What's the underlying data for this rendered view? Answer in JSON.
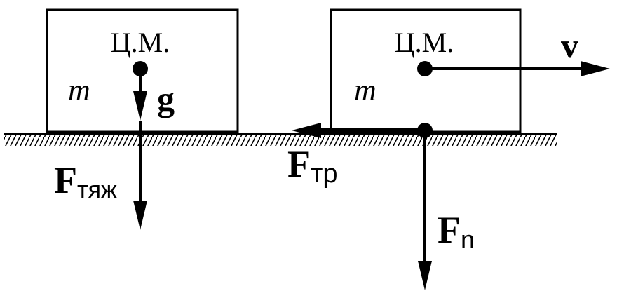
{
  "left_block": {
    "com_label": "Ц.М.",
    "mass_label": "m",
    "gravity_label": "g",
    "force_main": "F",
    "force_sub": "тяж"
  },
  "right_block": {
    "com_label": "Ц.М.",
    "mass_label": "m",
    "velocity_label": "v",
    "friction_main": "F",
    "friction_sub": "тр",
    "normal_main": "F",
    "normal_sub": "n"
  },
  "colors": {
    "ink": "#000000",
    "background": "#ffffff"
  }
}
